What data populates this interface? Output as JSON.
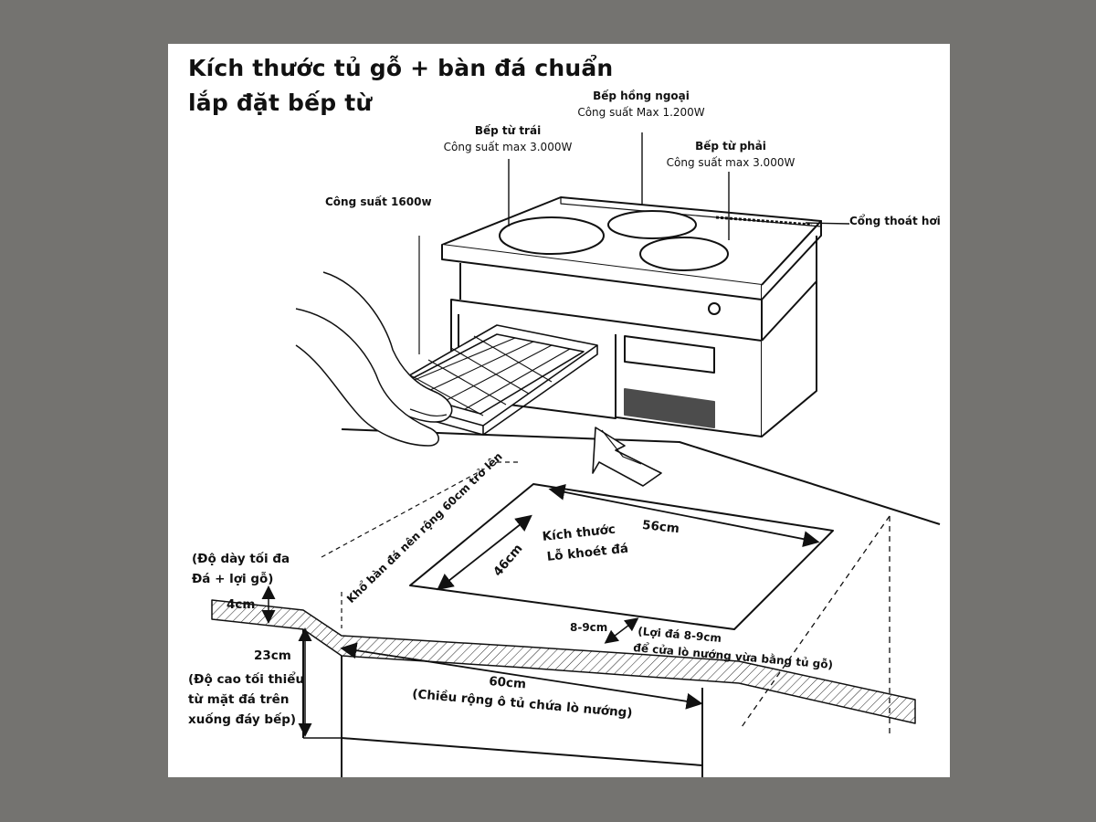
{
  "title_line1": "Kích thước tủ gỗ + bàn đá chuẩn",
  "title_line2": "lắp đặt bếp từ",
  "labels": {
    "infrared_name": "Bếp hồng ngoại",
    "infrared_power": "Công suất Max 1.200W",
    "left_name": "Bếp từ trái",
    "left_power": "Công suất max 3.000W",
    "right_name": "Bếp từ phải",
    "right_power": "Công suất max 3.000W",
    "oven_power": "Công suất 1600w",
    "vent": "Cổng thoát hơi",
    "countertop_width": "Khổ bàn đá nên rộng 60cm trở lên",
    "cutout_w": "56cm",
    "cutout_d": "46cm",
    "cutout_name_1": "Kích thước",
    "cutout_name_2": "Lỗ khoét đá",
    "max_thickness_1": "(Độ dày tối đa",
    "max_thickness_2": "Đá + lợi gỗ)",
    "thickness": "4cm",
    "height": "23cm",
    "min_height_1": "(Độ cao tối thiểu",
    "min_height_2": "từ mặt đá trên",
    "min_height_3": "xuống đáy bếp)",
    "lip": "8-9cm",
    "lip_note_1": "(Lợi đá 8-9cm",
    "lip_note_2": "để cửa lò nướng vừa bằng tủ gỗ)",
    "cabinet_width": "60cm",
    "cabinet_note": "(Chiều rộng ô tủ chứa lò nướng)"
  }
}
